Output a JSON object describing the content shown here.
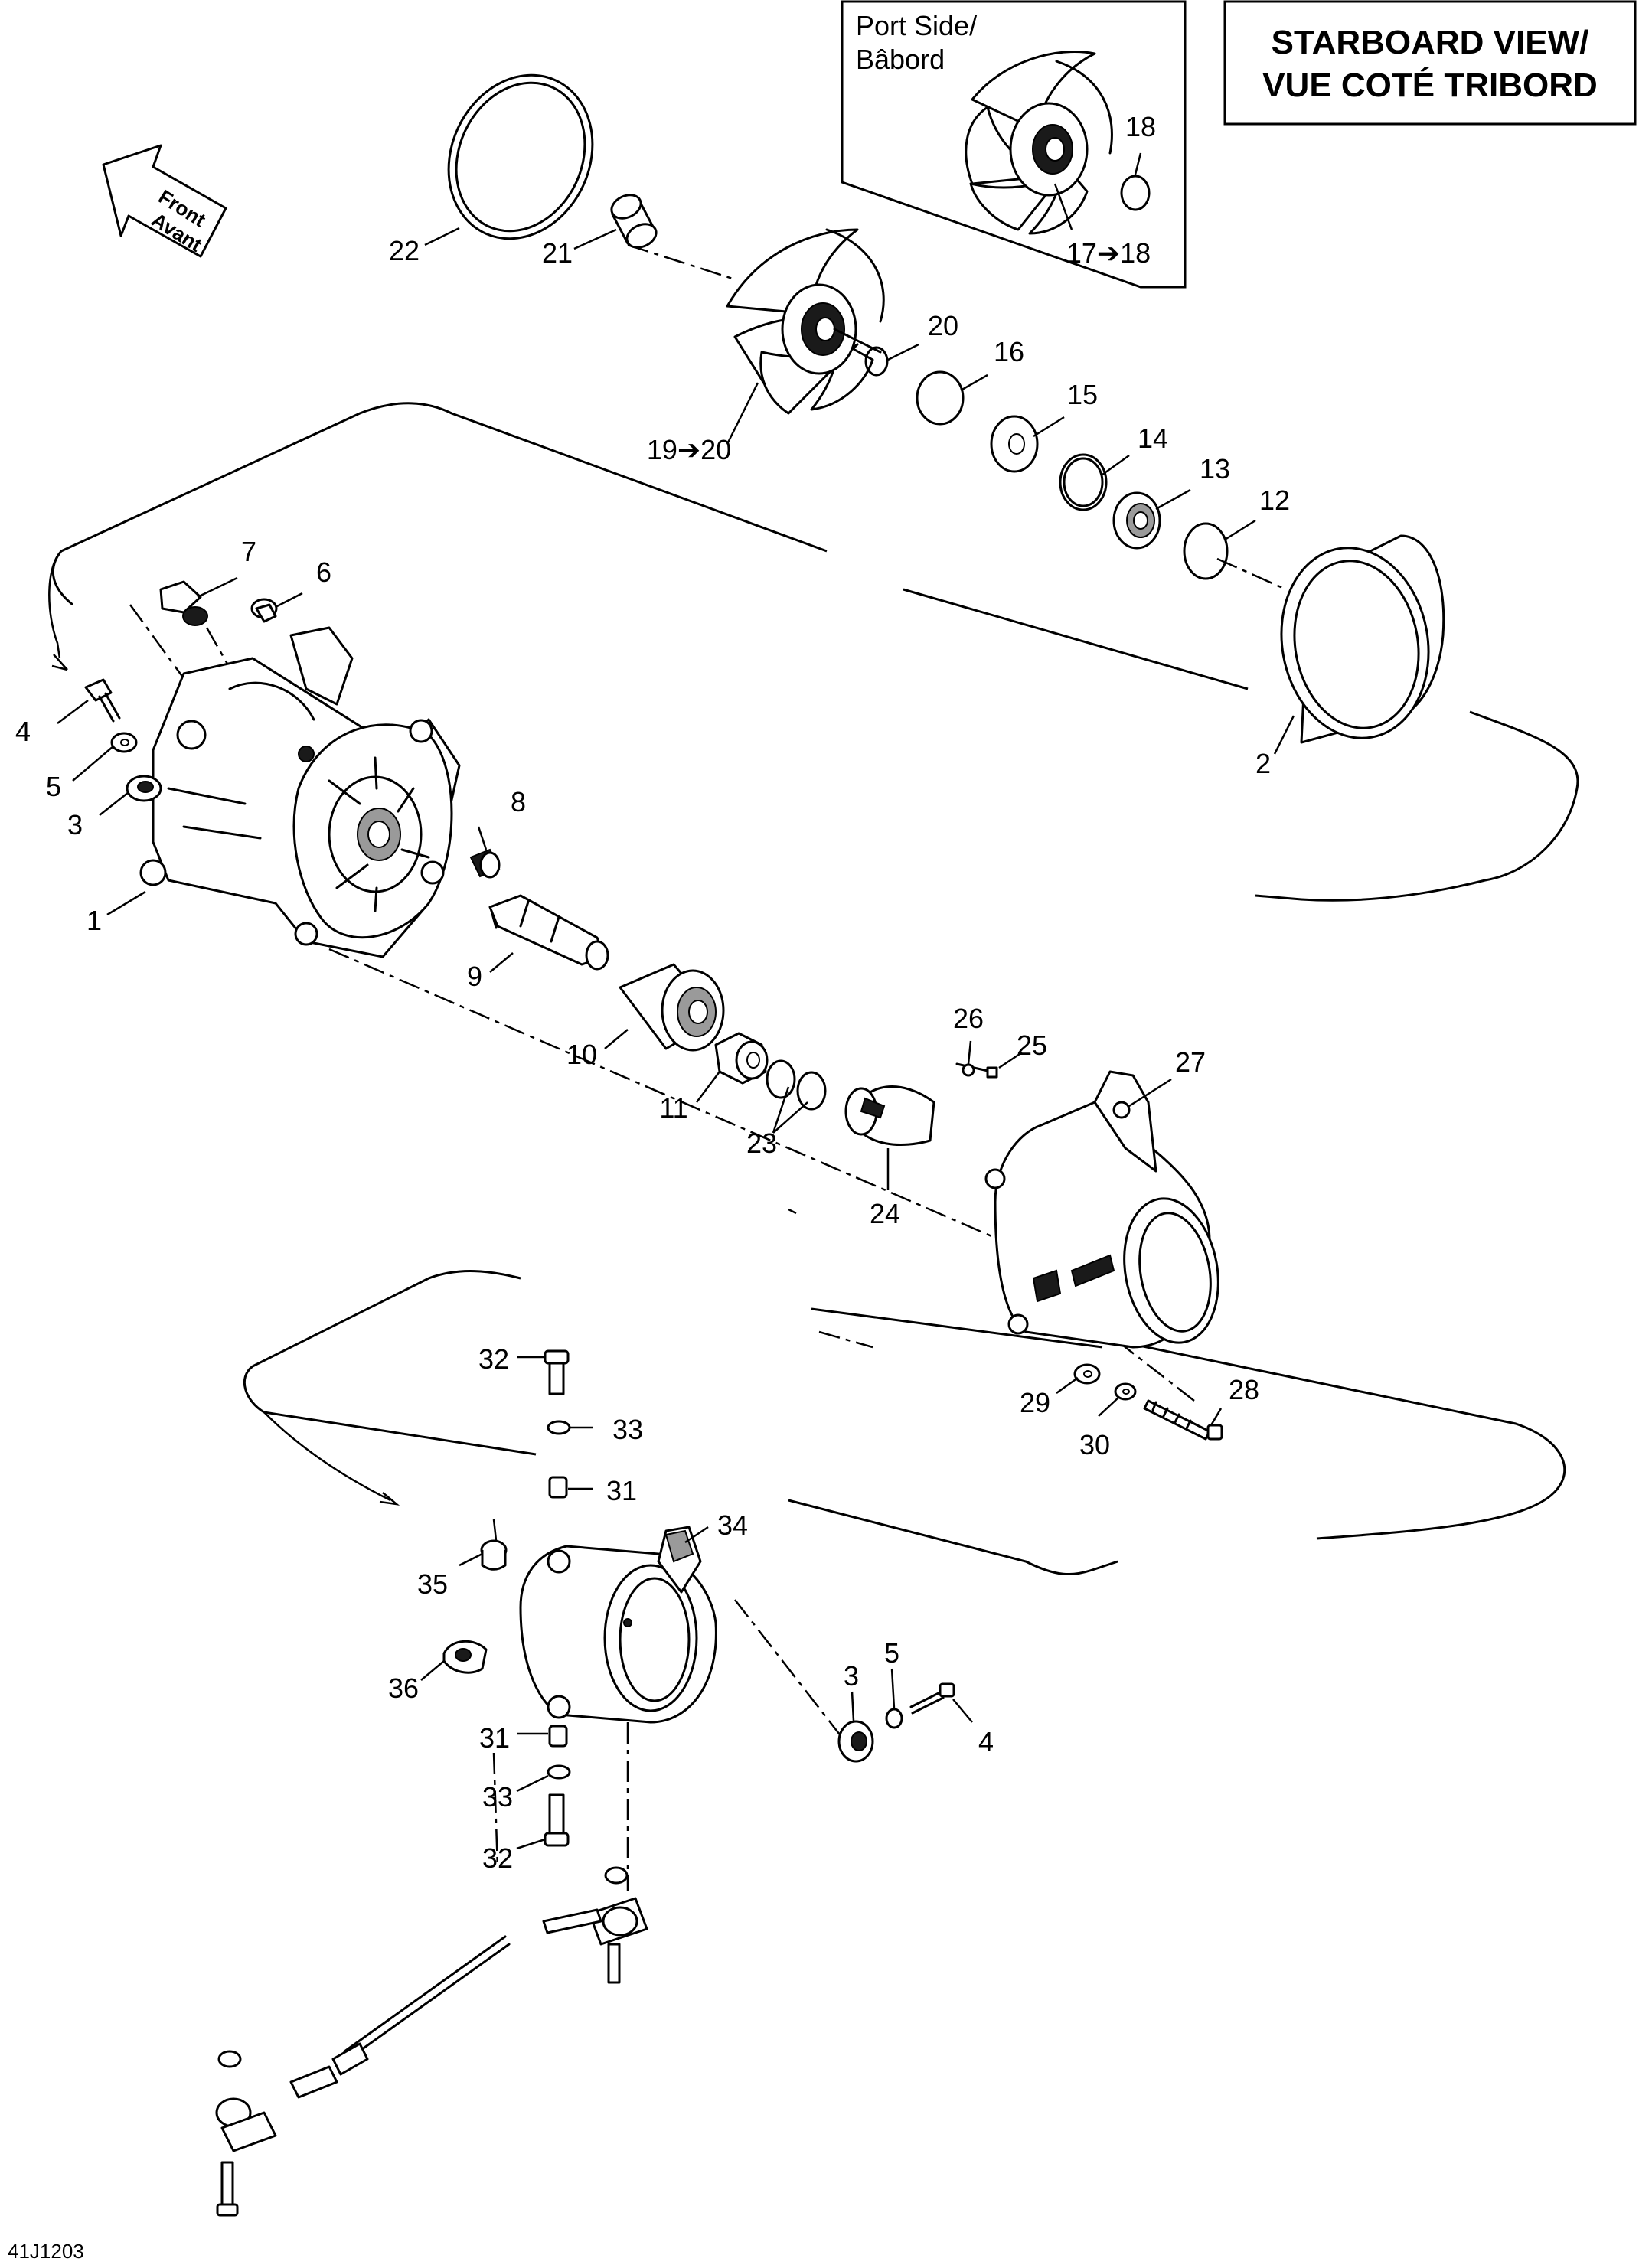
{
  "header": {
    "view_title_line1": "STARBOARD VIEW/",
    "view_title_line2": "VUE COTÉ TRIBORD"
  },
  "inset": {
    "label_line1": "Port Side/",
    "label_line2": "Bâbord"
  },
  "direction_arrow": {
    "line1": "Front",
    "line2": "Avant"
  },
  "reference_code": "41J1203",
  "callouts": {
    "c1": "1",
    "c2": "2",
    "c3a": "3",
    "c3b": "3",
    "c4a": "4",
    "c4b": "4",
    "c5a": "5",
    "c5b": "5",
    "c6": "6",
    "c7": "7",
    "c8": "8",
    "c9": "9",
    "c10": "10",
    "c11": "11",
    "c12": "12",
    "c13": "13",
    "c14": "14",
    "c15": "15",
    "c16": "16",
    "c17_18": "17➔18",
    "c18": "18",
    "c19_20": "19➔20",
    "c20": "20",
    "c21": "21",
    "c22": "22",
    "c23": "23",
    "c24": "24",
    "c25": "25",
    "c26": "26",
    "c27": "27",
    "c28": "28",
    "c29": "29",
    "c30": "30",
    "c31a": "31",
    "c31b": "31",
    "c32a": "32",
    "c32b": "32",
    "c33a": "33",
    "c33b": "33",
    "c34": "34",
    "c35": "35",
    "c36": "36"
  }
}
